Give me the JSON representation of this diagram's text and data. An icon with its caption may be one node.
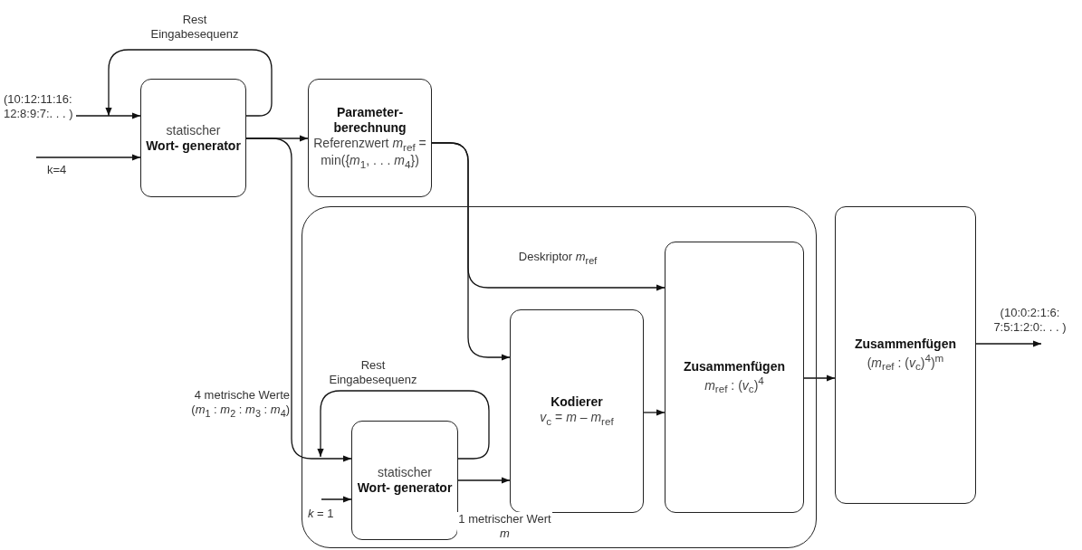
{
  "diagram": {
    "nodes": [
      {
        "text": [
          "statischer",
          "Wort- generator"
        ]
      },
      {
        "text": [
          "Parameter- berechnung",
          "Referenzwert *m*$_{ref}$ = min({*m*$_{1}$, . . . *m*$_{4}$})"
        ]
      },
      {
        "text": [],
        "shape": "box"
      },
      {
        "text": [
          "statischer",
          "Wort- generator"
        ],
        "in": 2
      },
      {
        "text": [
          "Kodierer",
          "*v*$_{c}$ = *m* – *m*$_{ref}$"
        ],
        "in": 2
      },
      {
        "text": [
          "Zusammenfügen",
          "*m*$_{ref}$ : (*v*$_{c}$)$^{4}$"
        ],
        "in": 2
      },
      {
        "text": [
          "Zusammenfügen",
          "(*m*$_{ref}$ : (*v*$_{c}$)$^{4}$)$^{m}$"
        ]
      }
    ],
    "edges": [
      {
        "from": null,
        "to": 0,
        "arrow": "to",
        "label": "(10:12:11:16: 12:8:9:7:. . . )"
      },
      {
        "from": 0,
        "to": 0,
        "arrow": "to",
        "label": "Rest Eingabesequenz"
      },
      {
        "from": null,
        "to": 0,
        "arrow": "to",
        "label": "k=4"
      },
      {
        "from": 0,
        "to": 1,
        "arrow": "to"
      },
      {
        "from": 0,
        "to": 3,
        "arrow": "to",
        "label": "4 metrische Werte (*m*$_{1}$ : *m*$_{2}$ : *m*$_{3}$ : *m*$_{4}$)"
      },
      {
        "from": 3,
        "to": 3,
        "arrow": "to",
        "label": "Rest Eingabesequenz"
      },
      {
        "from": null,
        "to": 3,
        "arrow": "to",
        "label": "*k* = 1"
      },
      {
        "from": 1,
        "to": 5,
        "arrow": "to",
        "label": "Deskriptor *m*$_{ref}$"
      },
      {
        "from": 1,
        "to": 4,
        "arrow": "to"
      },
      {
        "from": 3,
        "to": 4,
        "arrow": "to",
        "label": "1 metrischer Wert *m*"
      },
      {
        "from": 4,
        "to": 5,
        "arrow": "to"
      },
      {
        "from": 5,
        "to": 6,
        "arrow": "to"
      },
      {
        "from": 6,
        "to": null,
        "arrow": "to",
        "label": "(10:0:2:1:6: 7:5:1:2:0:. . . )"
      }
    ]
  }
}
